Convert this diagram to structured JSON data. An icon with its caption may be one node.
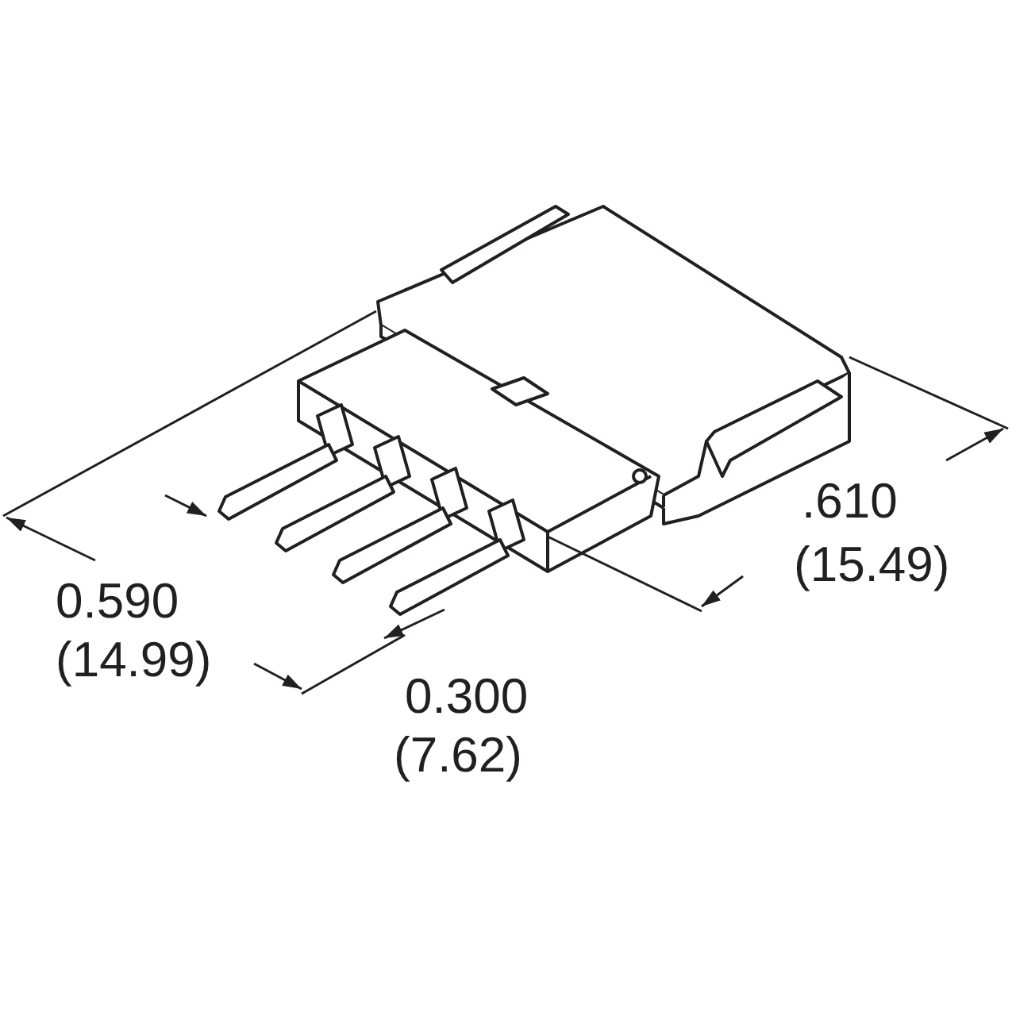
{
  "diagram": {
    "labels": [
      "0.590",
      "(14.99)",
      "0.300",
      "(7.62)",
      ".610",
      "(15.49)"
    ]
  }
}
